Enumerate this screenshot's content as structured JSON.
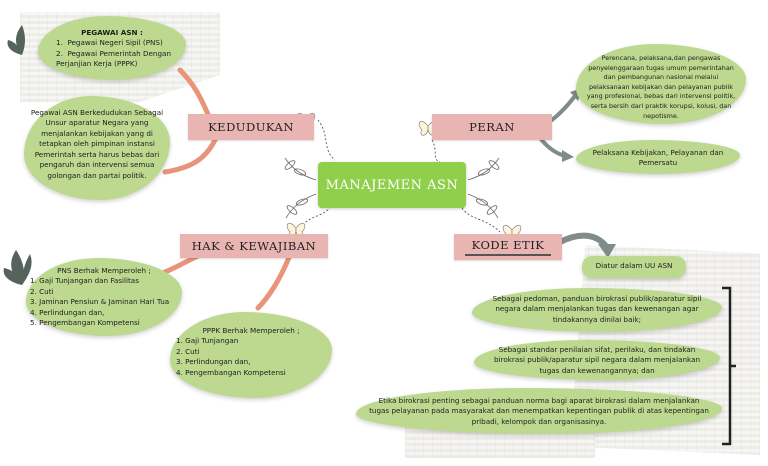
{
  "center": {
    "label": "MANAJEMEN ASN"
  },
  "kedudukan": {
    "label": "KEDUDUKAN",
    "pegawai_title": "PEGAWAI ASN :",
    "pegawai_items": [
      "Pegawai Negeri Sipil (PNS)",
      "Pegawai Pemerintah Dengan Perjanjian Kerja (PPPK)"
    ],
    "description": "Pegawai ASN Berkedudukan Sebagai Unsur aparatur Negara yang menjalankan kebijakan yang di tetapkan oleh pimpinan instansi Pemerintah serta harus bebas dari pengaruh dan intervensi semua golongan dan partai politik."
  },
  "peran": {
    "label": "PERAN",
    "description": "Perencana, pelaksana,dan pengawas penyelenggaraan tugas umum pemerintahan dan pembangunan nasional melalui pelaksanaan kebijakan dan pelayanan publik yang profesional, bebas dari intervensi politik, serta bersih dari praktik korupsi, kolusi, dan nepotisme.",
    "secondary": "Pelaksana Kebijakan, Pelayanan dan Pemersatu"
  },
  "hak": {
    "label": "HAK & KEWAJIBAN",
    "pns_title": "PNS Berhak Memperoleh ;",
    "pns_items": [
      "1. Gaji Tunjangan dan Fasilitas",
      "2. Cuti",
      "3. Jaminan Pensiun & Jaminan Hari Tua",
      "4. Perlindungan dan,",
      "5. Pengembangan Kompetensi"
    ],
    "pppk_title": "PPPK Berhak Memperoleh ;",
    "pppk_items": [
      "1. Gaji Tunjangan",
      "2. Cuti",
      "3. Perlindungan dan,",
      "4. Pengembangan Kompetensi"
    ]
  },
  "kode_etik": {
    "label": "KODE ETIK",
    "regulation": "Diatur dalam UU ASN",
    "items": [
      "Sebagai pedoman, panduan birokrasi publik/aparatur sipil negara dalam menjalankan tugas dan kewenangan agar tindakannya dinilai baik;",
      "Sebagai standar penilaian sifat, perilaku, dan tindakan birokrasi publik/aparatur sipil negara dalam menjalankan tugas dan kewenangannya; dan",
      "Etika birokrasi penting sebagai panduan norma bagi aparat birokrasi dalam menjalankan tugas pelayanan pada masyarakat dan menempatkan kepentingan publik di atas kepentingan pribadi, kelompok dan organisasinya."
    ]
  },
  "colors": {
    "green": "#bcd98f",
    "center_green": "#8fcf4c",
    "pink": "#e9b5b3",
    "connector": "#e8937a",
    "arrow": "#7f8c8a"
  }
}
